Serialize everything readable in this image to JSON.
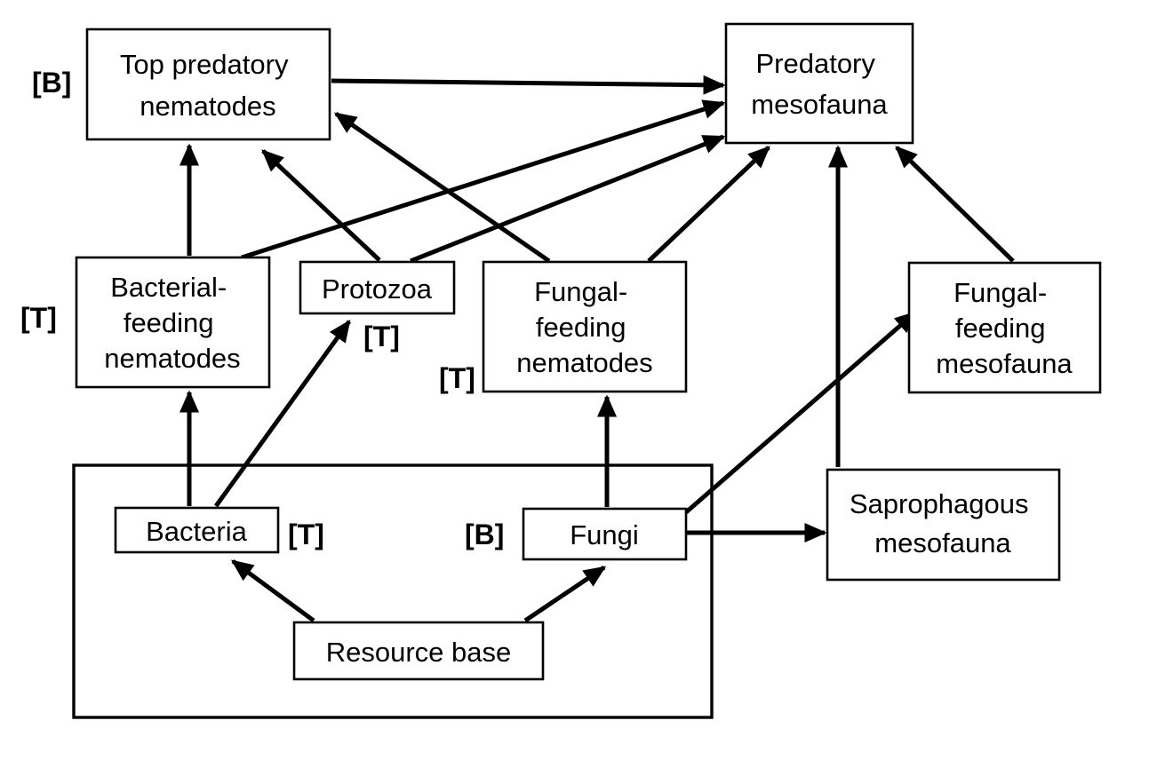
{
  "nodes": {
    "top_predatory_nematodes": [
      "Top predatory",
      "nematodes"
    ],
    "predatory_mesofauna": [
      "Predatory",
      "mesofauna"
    ],
    "bacterial_feeding_nematodes": [
      "Bacterial-",
      "feeding",
      "nematodes"
    ],
    "protozoa": [
      "Protozoa"
    ],
    "fungal_feeding_nematodes": [
      "Fungal-",
      "feeding",
      "nematodes"
    ],
    "fungal_feeding_mesofauna": [
      "Fungal-",
      "feeding",
      "mesofauna"
    ],
    "bacteria": [
      "Bacteria"
    ],
    "fungi": [
      "Fungi"
    ],
    "saprophagous_mesofauna": [
      "Saprophagous",
      "mesofauna"
    ],
    "resource_base": [
      "Resource base"
    ]
  },
  "tags": {
    "top_predatory_nematodes": "[B]",
    "bacterial_feeding_nematodes": "[T]",
    "protozoa": "[T]",
    "fungal_feeding_nematodes": "[T]",
    "bacteria": "[T]",
    "fungi": "[B]"
  },
  "edges": [
    {
      "from": "resource_base",
      "to": "bacteria"
    },
    {
      "from": "resource_base",
      "to": "fungi"
    },
    {
      "from": "bacteria",
      "to": "bacterial_feeding_nematodes"
    },
    {
      "from": "bacteria",
      "to": "protozoa"
    },
    {
      "from": "fungi",
      "to": "fungal_feeding_nematodes"
    },
    {
      "from": "fungi",
      "to": "fungal_feeding_mesofauna"
    },
    {
      "from": "fungi",
      "to": "saprophagous_mesofauna"
    },
    {
      "from": "bacterial_feeding_nematodes",
      "to": "top_predatory_nematodes"
    },
    {
      "from": "bacterial_feeding_nematodes",
      "to": "predatory_mesofauna"
    },
    {
      "from": "protozoa",
      "to": "top_predatory_nematodes"
    },
    {
      "from": "protozoa",
      "to": "predatory_mesofauna"
    },
    {
      "from": "fungal_feeding_nematodes",
      "to": "top_predatory_nematodes"
    },
    {
      "from": "fungal_feeding_nematodes",
      "to": "predatory_mesofauna"
    },
    {
      "from": "top_predatory_nematodes",
      "to": "predatory_mesofauna"
    },
    {
      "from": "saprophagous_mesofauna",
      "to": "predatory_mesofauna"
    },
    {
      "from": "fungal_feeding_mesofauna",
      "to": "predatory_mesofauna"
    }
  ]
}
